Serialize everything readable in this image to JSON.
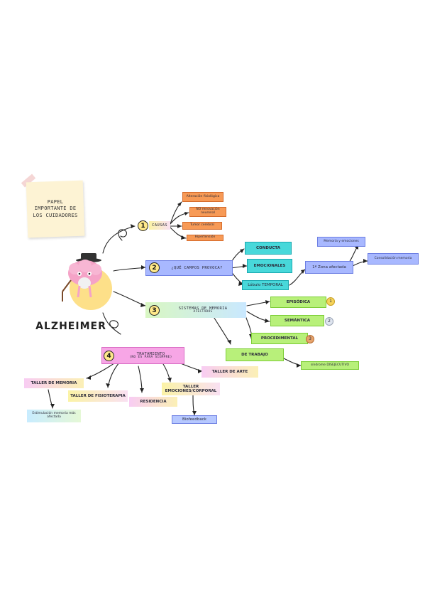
{
  "sticky_note": "PAPEL IMPORTANTE DE LOS CUIDADORES",
  "main_title": "ALZHEIMER",
  "branches": {
    "causas": {
      "num": "1",
      "label": "CAUSAS",
      "items": [
        "Alteración fisiológica",
        "NO renovación neuronal",
        "Tumor cerebral",
        "Hipertensión"
      ]
    },
    "campos": {
      "num": "2",
      "label": "¿QUÉ CAMPOS PROVOCA?",
      "items": [
        "CONDUCTA",
        "EMOCIONALES",
        "Lóbulo TEMPORAL"
      ],
      "zona": "1ª Zona afectada",
      "zona_items": [
        "Memoria y emociones",
        "Consolidación memoria"
      ]
    },
    "sistemas": {
      "num": "3",
      "label": "SISTEMAS DE MEMORIA",
      "sub": "AFECTADOS",
      "items": [
        "EPISÓDICA",
        "SEMÁNTICA",
        "PROCEDIMENTAL",
        "DE TRABAJO"
      ],
      "badges": [
        "1",
        "2",
        "3"
      ],
      "trabajo_item": "síndrome DISEJECUTIVO"
    },
    "tratamiento": {
      "num": "4",
      "label": "TRATAMIENTO",
      "sub": "(NO ES PARA SIEMPRE)",
      "items": [
        "TALLER DE MEMORIA",
        "TALLER DE FISIOTERAPIA",
        "RESIDENCIA",
        "TALLER EMOCIONES/CORPORAL",
        "TALLER DE ARTE"
      ],
      "memoria_sub": "Estimulación memoria más afectada",
      "emociones_sub": "Biofeedback"
    }
  },
  "colors": {
    "orange": "#f79a56",
    "teal": "#48d8da",
    "green": "#b8f07a",
    "blue": "#a8b8ff",
    "pink": "#f7a6e6",
    "number_fill": "#ffe98a"
  }
}
